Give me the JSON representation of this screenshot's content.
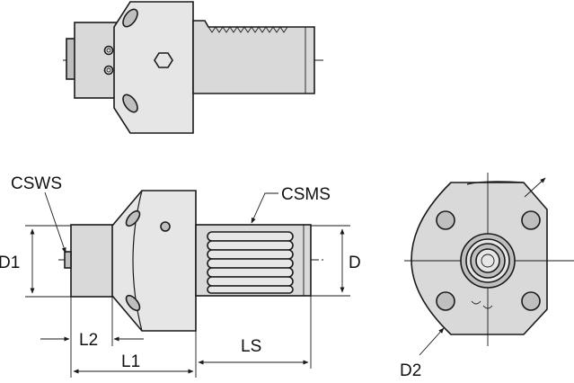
{
  "labels": {
    "csws": "CSWS",
    "csms": "CSMS",
    "d1": "D1",
    "d": "D",
    "l2": "L2",
    "l1": "L1",
    "ls": "LS",
    "d2": "D2"
  },
  "colors": {
    "metal": "#d9d9d9",
    "outline": "#1a1a1a",
    "background": "#ffffff"
  }
}
